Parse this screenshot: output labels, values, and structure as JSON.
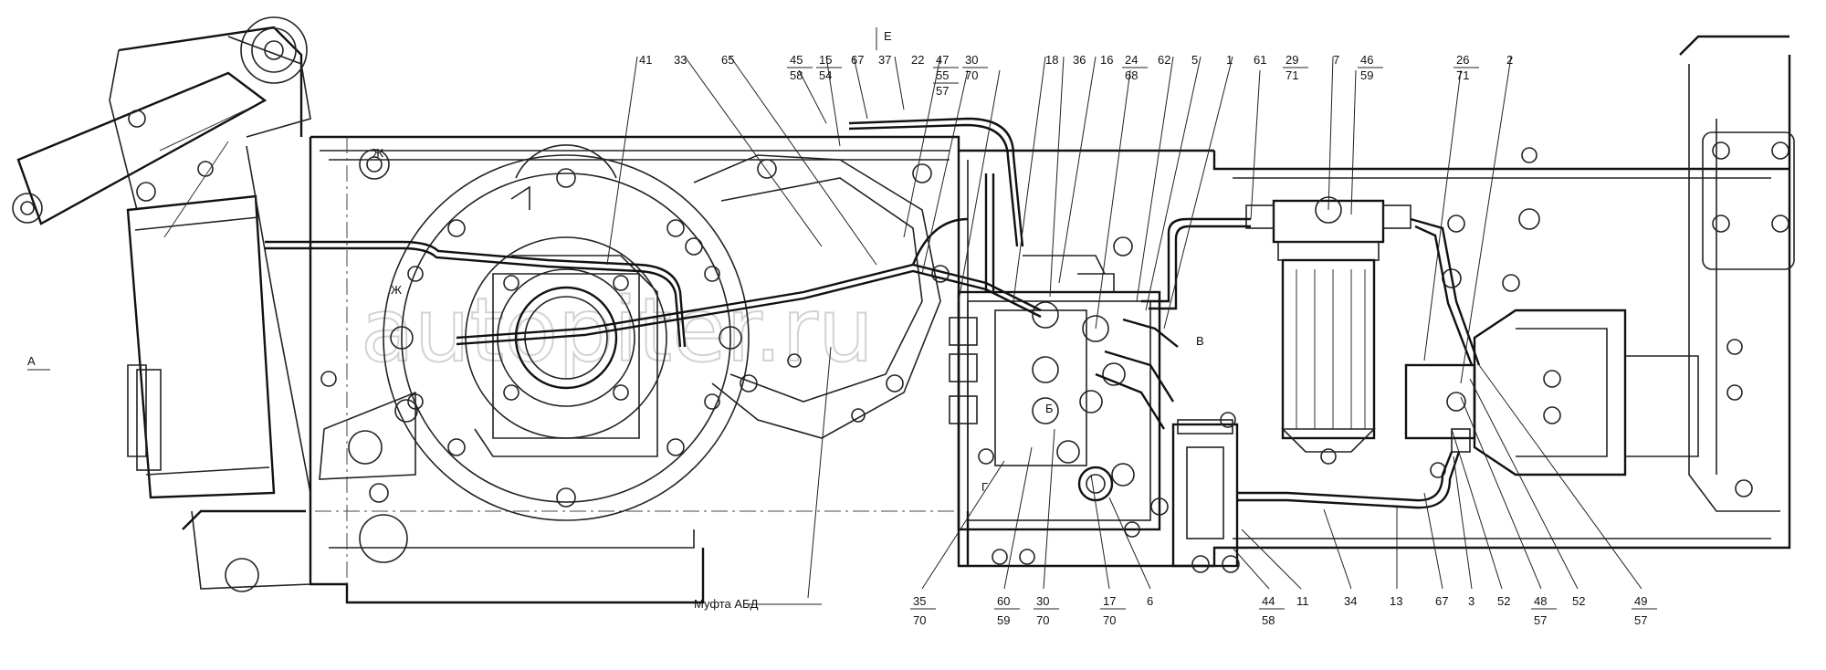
{
  "watermark": "autopiter.ru",
  "view_letters": {
    "a": "A",
    "e": "E",
    "v": "В",
    "zh": "Ж",
    "zh1": "Ж",
    "g": "Г",
    "b": "Б"
  },
  "coupling_label": "Муфта АБД",
  "top_callouts": [
    {
      "id": "41"
    },
    {
      "id": "33"
    },
    {
      "id": "65"
    },
    {
      "id": "45",
      "sub": "58"
    },
    {
      "id": "15",
      "sub": "54"
    },
    {
      "id": "67"
    },
    {
      "id": "37"
    },
    {
      "id": "22"
    },
    {
      "id": "47",
      "sub": "55",
      "sub2": "57"
    },
    {
      "id": "30",
      "sub": "70"
    },
    {
      "id": "18"
    },
    {
      "id": "36"
    },
    {
      "id": "16"
    },
    {
      "id": "24",
      "sub": "68"
    },
    {
      "id": "62"
    },
    {
      "id": "5"
    },
    {
      "id": "1"
    },
    {
      "id": "61"
    },
    {
      "id": "29",
      "sub": "71"
    },
    {
      "id": "7"
    },
    {
      "id": "46",
      "sub": "59"
    },
    {
      "id": "26",
      "sub": "71"
    },
    {
      "id": "2"
    }
  ],
  "bottom_callouts": [
    {
      "id": "35",
      "sub": "70"
    },
    {
      "id": "60",
      "sub": "59"
    },
    {
      "id": "30",
      "sub": "70"
    },
    {
      "id": "17",
      "sub": "70"
    },
    {
      "id": "6"
    },
    {
      "id": "44",
      "sub": "58"
    },
    {
      "id": "11"
    },
    {
      "id": "34"
    },
    {
      "id": "13"
    },
    {
      "id": "67"
    },
    {
      "id": "3"
    },
    {
      "id": "52"
    },
    {
      "id": "48",
      "sub": "57"
    },
    {
      "id": "52"
    },
    {
      "id": "49",
      "sub": "57"
    }
  ]
}
